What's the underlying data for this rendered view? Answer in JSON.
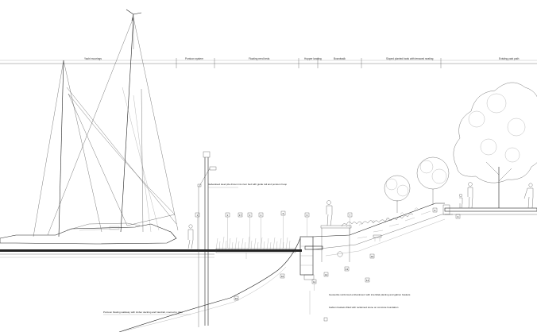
{
  "drawing": {
    "title": "",
    "zones": [
      "Yacht moorings",
      "Pontoon system",
      "Floating reed beds",
      "Hopper landing",
      "Boardwalk",
      "Sloped planted bank with terraced seating",
      "Existing park path"
    ],
    "note_left": "Pontoon floating walkway with timber decking and handrail, moored to piles",
    "note_pile": "Galvanised steel pile driven into river bed with guide rail and pontoon hoop",
    "note_bottom_1": "Geotextile reinforced embankment with intertidal planting and gabion baskets",
    "note_bottom_2": "Gabion baskets filled with reclaimed stone on concrete foundation",
    "callout_numbers": [
      "1",
      "2",
      "3",
      "4",
      "5",
      "6",
      "7",
      "8",
      "9",
      "10",
      "11",
      "12",
      "13",
      "14",
      "15",
      "16",
      "17"
    ]
  },
  "colors": {
    "line": "#222222",
    "background": "#ffffff"
  },
  "icons": [
    "sailboat-icon",
    "person-icon",
    "tree-icon",
    "wind-turbine-icon",
    "bench-icon"
  ]
}
